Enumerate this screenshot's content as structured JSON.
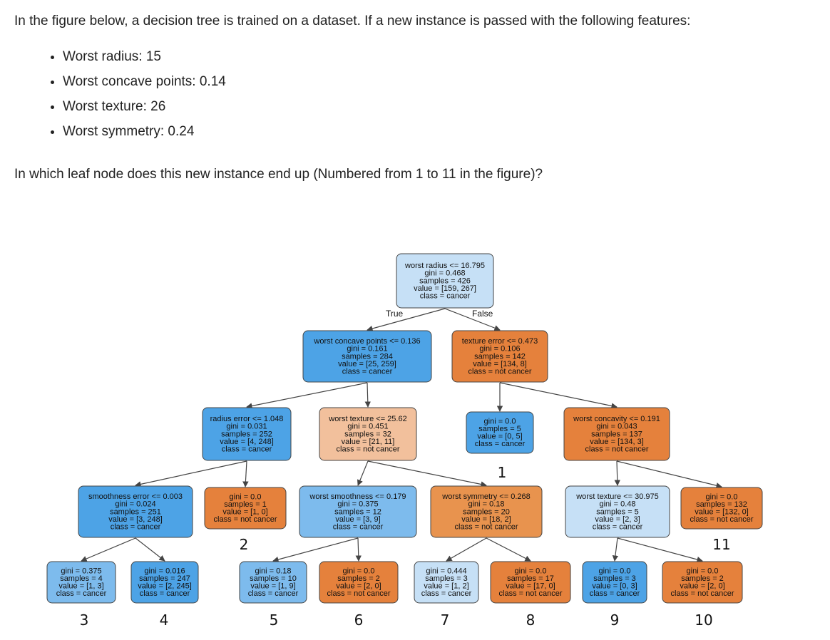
{
  "question": {
    "intro": "In the figure below, a decision tree is trained on a dataset. If a new instance is passed with the following features:",
    "features": [
      "Worst radius: 15",
      "Worst concave points: 0.14",
      "Worst texture: 26",
      "Worst symmetry: 0.24"
    ],
    "prompt": "In which leaf node does this new instance end up (Numbered from 1 to 11 in the figure)?"
  },
  "colors": {
    "blue_strong": "#4da3e6",
    "blue_medium": "#7dbbed",
    "blue_light": "#c6e0f6",
    "orange_strong": "#e5813c",
    "orange_medium": "#e8934e",
    "orange_light": "#f2c09c",
    "edge": "#444444"
  },
  "tree": {
    "edge_labels": {
      "true": "True",
      "false": "False"
    },
    "nodes": [
      {
        "id": "n0",
        "fill": "blue_light",
        "lines": [
          "worst radius <= 16.795",
          "gini = 0.468",
          "samples = 426",
          "value = [159, 267]",
          "class = cancer"
        ]
      },
      {
        "id": "n1",
        "fill": "blue_strong",
        "lines": [
          "worst concave points <= 0.136",
          "gini = 0.161",
          "samples = 284",
          "value = [25, 259]",
          "class = cancer"
        ]
      },
      {
        "id": "n2",
        "fill": "orange_strong",
        "lines": [
          "texture error <= 0.473",
          "gini = 0.106",
          "samples = 142",
          "value = [134, 8]",
          "class = not cancer"
        ]
      },
      {
        "id": "n3",
        "fill": "blue_strong",
        "lines": [
          "radius error <= 1.048",
          "gini = 0.031",
          "samples = 252",
          "value = [4, 248]",
          "class = cancer"
        ]
      },
      {
        "id": "n4",
        "fill": "orange_light",
        "lines": [
          "worst texture <= 25.62",
          "gini = 0.451",
          "samples = 32",
          "value = [21, 11]",
          "class = not cancer"
        ]
      },
      {
        "id": "n5",
        "fill": "blue_strong",
        "lines": [
          "gini = 0.0",
          "samples = 5",
          "value = [0, 5]",
          "class = cancer"
        ]
      },
      {
        "id": "n6",
        "fill": "orange_strong",
        "lines": [
          "worst concavity <= 0.191",
          "gini = 0.043",
          "samples = 137",
          "value = [134, 3]",
          "class = not cancer"
        ]
      },
      {
        "id": "n7",
        "fill": "blue_strong",
        "lines": [
          "smoothness error <= 0.003",
          "gini = 0.024",
          "samples = 251",
          "value = [3, 248]",
          "class = cancer"
        ]
      },
      {
        "id": "n8",
        "fill": "orange_strong",
        "lines": [
          "gini = 0.0",
          "samples = 1",
          "value = [1, 0]",
          "class = not cancer"
        ]
      },
      {
        "id": "n9",
        "fill": "blue_medium",
        "lines": [
          "worst smoothness <= 0.179",
          "gini = 0.375",
          "samples = 12",
          "value = [3, 9]",
          "class = cancer"
        ]
      },
      {
        "id": "n10",
        "fill": "orange_medium",
        "lines": [
          "worst symmetry <= 0.268",
          "gini = 0.18",
          "samples = 20",
          "value = [18, 2]",
          "class = not cancer"
        ]
      },
      {
        "id": "n11",
        "fill": "blue_light",
        "lines": [
          "worst texture <= 30.975",
          "gini = 0.48",
          "samples = 5",
          "value = [2, 3]",
          "class = cancer"
        ]
      },
      {
        "id": "n12",
        "fill": "orange_strong",
        "lines": [
          "gini = 0.0",
          "samples = 132",
          "value = [132, 0]",
          "class = not cancer"
        ]
      },
      {
        "id": "n13",
        "fill": "blue_medium",
        "lines": [
          "gini = 0.375",
          "samples = 4",
          "value = [1, 3]",
          "class = cancer"
        ]
      },
      {
        "id": "n14",
        "fill": "blue_strong",
        "lines": [
          "gini = 0.016",
          "samples = 247",
          "value = [2, 245]",
          "class = cancer"
        ]
      },
      {
        "id": "n15",
        "fill": "blue_medium",
        "lines": [
          "gini = 0.18",
          "samples = 10",
          "value = [1, 9]",
          "class = cancer"
        ]
      },
      {
        "id": "n16",
        "fill": "orange_strong",
        "lines": [
          "gini = 0.0",
          "samples = 2",
          "value = [2, 0]",
          "class = not cancer"
        ]
      },
      {
        "id": "n17",
        "fill": "blue_light",
        "lines": [
          "gini = 0.444",
          "samples = 3",
          "value = [1, 2]",
          "class = cancer"
        ]
      },
      {
        "id": "n18",
        "fill": "orange_strong",
        "lines": [
          "gini = 0.0",
          "samples = 17",
          "value = [17, 0]",
          "class = not cancer"
        ]
      },
      {
        "id": "n19",
        "fill": "blue_strong",
        "lines": [
          "gini = 0.0",
          "samples = 3",
          "value = [0, 3]",
          "class = cancer"
        ]
      },
      {
        "id": "n20",
        "fill": "orange_strong",
        "lines": [
          "gini = 0.0",
          "samples = 2",
          "value = [2, 0]",
          "class = not cancer"
        ]
      }
    ],
    "edges": [
      [
        "n0",
        "n1"
      ],
      [
        "n0",
        "n2"
      ],
      [
        "n1",
        "n3"
      ],
      [
        "n1",
        "n4"
      ],
      [
        "n2",
        "n5"
      ],
      [
        "n2",
        "n6"
      ],
      [
        "n3",
        "n7"
      ],
      [
        "n3",
        "n8"
      ],
      [
        "n4",
        "n9"
      ],
      [
        "n4",
        "n10"
      ],
      [
        "n6",
        "n11"
      ],
      [
        "n6",
        "n12"
      ],
      [
        "n7",
        "n13"
      ],
      [
        "n7",
        "n14"
      ],
      [
        "n9",
        "n15"
      ],
      [
        "n9",
        "n16"
      ],
      [
        "n10",
        "n17"
      ],
      [
        "n10",
        "n18"
      ],
      [
        "n11",
        "n19"
      ],
      [
        "n11",
        "n20"
      ]
    ],
    "leaf_numbers": [
      {
        "node": "n5",
        "label": "1"
      },
      {
        "node": "n8",
        "label": "2"
      },
      {
        "node": "n13",
        "label": "3"
      },
      {
        "node": "n14",
        "label": "4"
      },
      {
        "node": "n15",
        "label": "5"
      },
      {
        "node": "n16",
        "label": "6"
      },
      {
        "node": "n17",
        "label": "7"
      },
      {
        "node": "n18",
        "label": "8"
      },
      {
        "node": "n19",
        "label": "9"
      },
      {
        "node": "n20",
        "label": "10"
      },
      {
        "node": "n12",
        "label": "11"
      }
    ]
  }
}
